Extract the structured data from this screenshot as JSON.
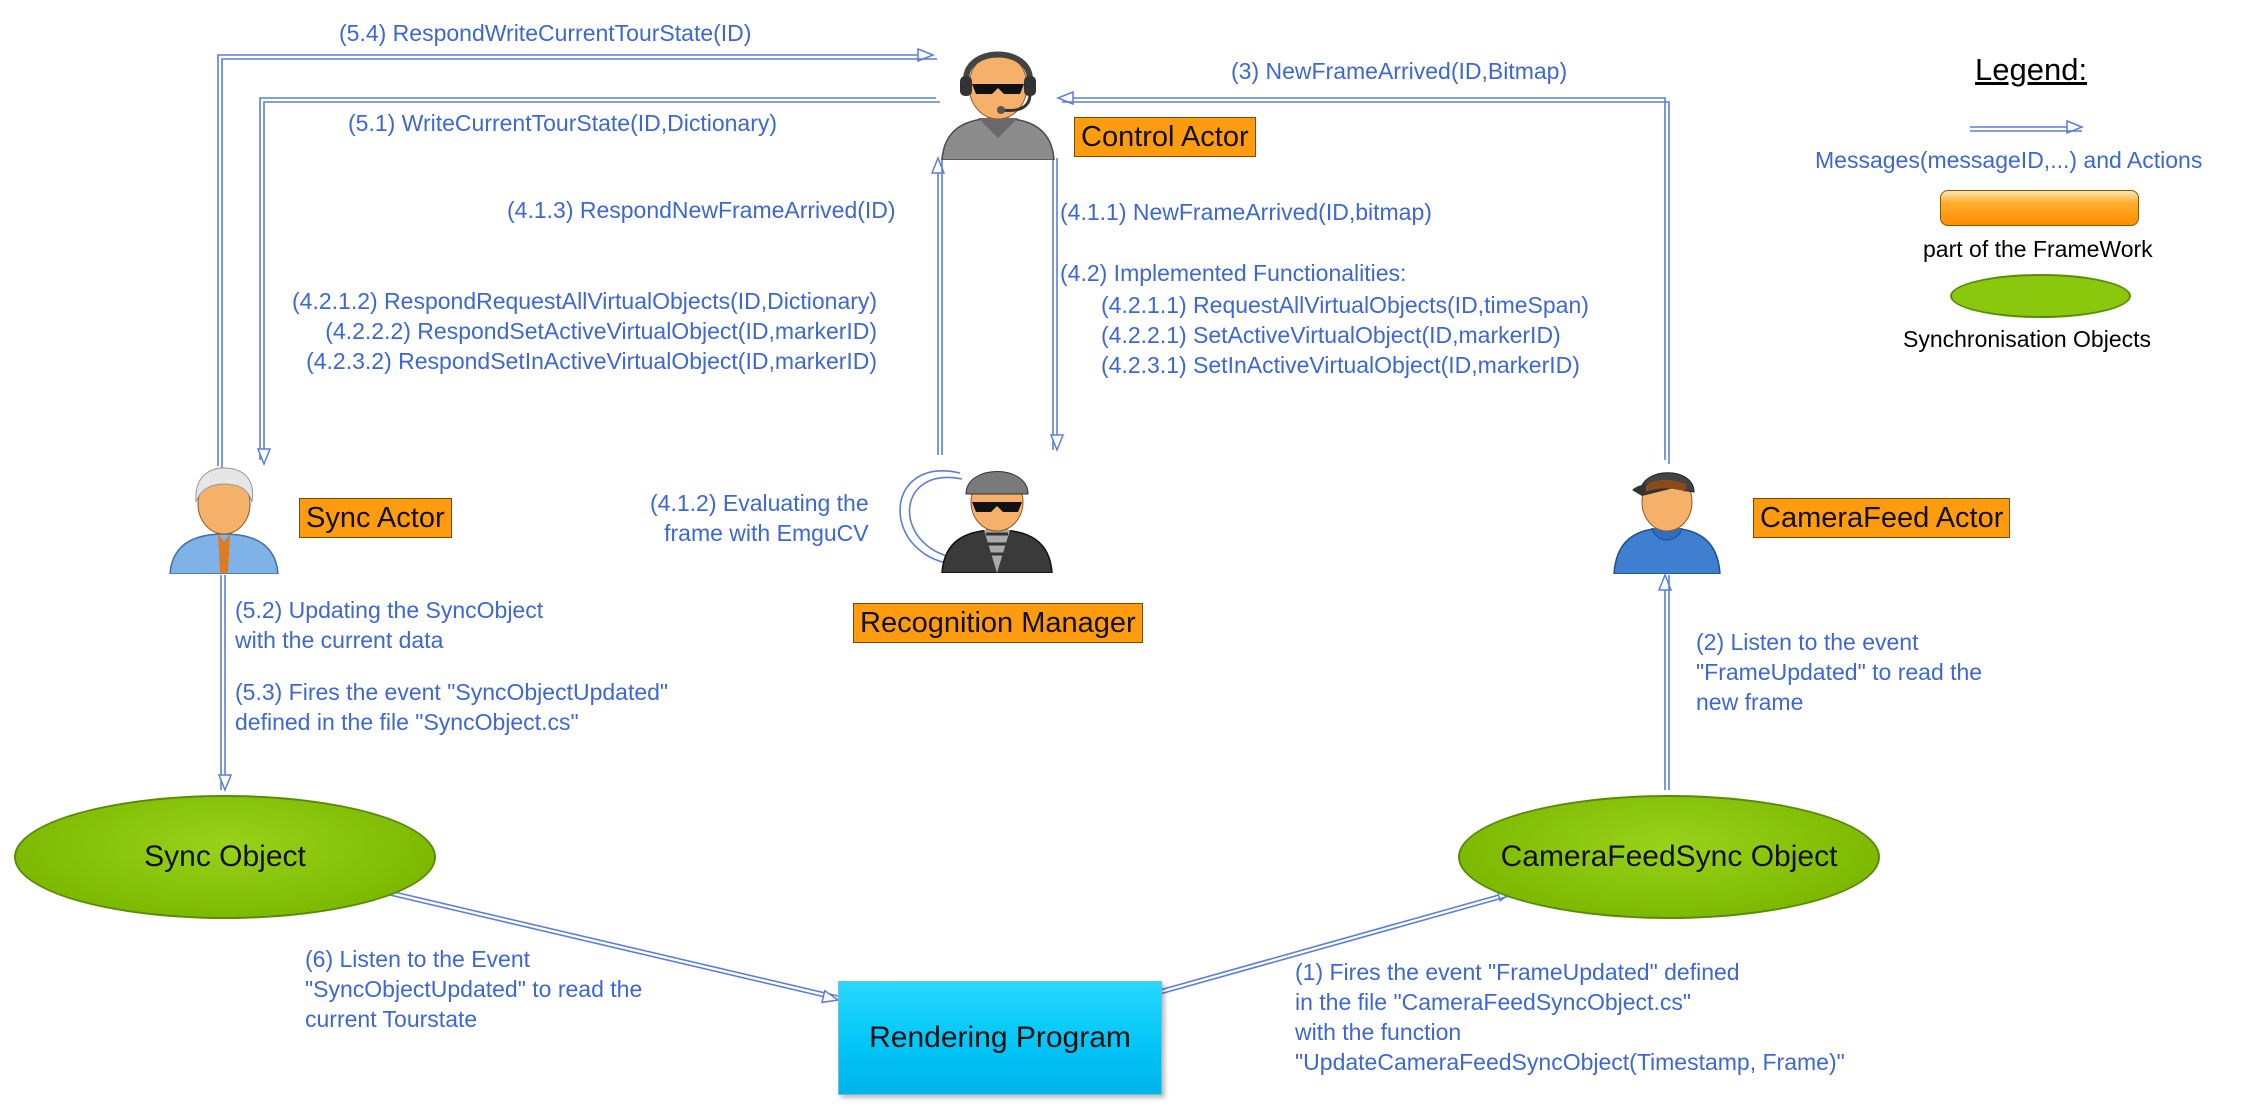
{
  "actors": {
    "control": "Control Actor",
    "sync": "Sync Actor",
    "camera": "CameraFeed Actor",
    "recognition": "Recognition Manager"
  },
  "objects": {
    "sync": "Sync Object",
    "camera": "CameraFeedSync Object",
    "rendering": "Rendering Program"
  },
  "messages": {
    "m5_4": "(5.4) RespondWriteCurrentTourState(ID)",
    "m5_1": "(5.1) WriteCurrentTourState(ID,Dictionary)",
    "m3": "(3) NewFrameArrived(ID,Bitmap)",
    "m4_1_3": "(4.1.3) RespondNewFrameArrived(ID)",
    "m4_1_1": "(4.1.1) NewFrameArrived(ID,bitmap)",
    "m4_2_responds": [
      "(4.2.1.2) RespondRequestAllVirtualObjects(ID,Dictionary)",
      "(4.2.2.2) RespondSetActiveVirtualObject(ID,markerID)",
      "(4.2.3.2) RespondSetInActiveVirtualObject(ID,markerID)"
    ],
    "m4_2_title": "(4.2) Implemented Functionalities:",
    "m4_2_items": [
      "(4.2.1.1) RequestAllVirtualObjects(ID,timeSpan)",
      "(4.2.2.1) SetActiveVirtualObject(ID,markerID)",
      "(4.2.3.1) SetInActiveVirtualObject(ID,markerID)"
    ],
    "m4_1_2": [
      "(4.1.2) Evaluating the",
      "frame with EmguCV"
    ],
    "m5_2": [
      "(5.2) Updating the SyncObject",
      "with the current data"
    ],
    "m5_3": [
      "(5.3) Fires the event \"SyncObjectUpdated\"",
      "defined in the file \"SyncObject.cs\""
    ],
    "m2": [
      "(2) Listen to the event",
      "\"FrameUpdated\" to read the",
      "new frame"
    ],
    "m6": [
      "(6) Listen to the Event",
      "\"SyncObjectUpdated\" to read the",
      "current Tourstate"
    ],
    "m1": [
      "(1) Fires the event \"FrameUpdated\" defined",
      "in the file \"CameraFeedSyncObject.cs\"",
      "with the function",
      "\"UpdateCameraFeedSyncObject(Timestamp, Frame)\""
    ]
  },
  "legend": {
    "title": "Legend:",
    "messages": "Messages(messageID,...) and Actions",
    "framework": "part of the FrameWork",
    "sync_objects": "Synchronisation Objects"
  },
  "colors": {
    "message_text": "#3c67d4",
    "arrow": "#5b7fd8",
    "framework_orange": "#ff9b0f",
    "sync_green": "#7db800",
    "rendering_cyan": "#00c4f6"
  }
}
